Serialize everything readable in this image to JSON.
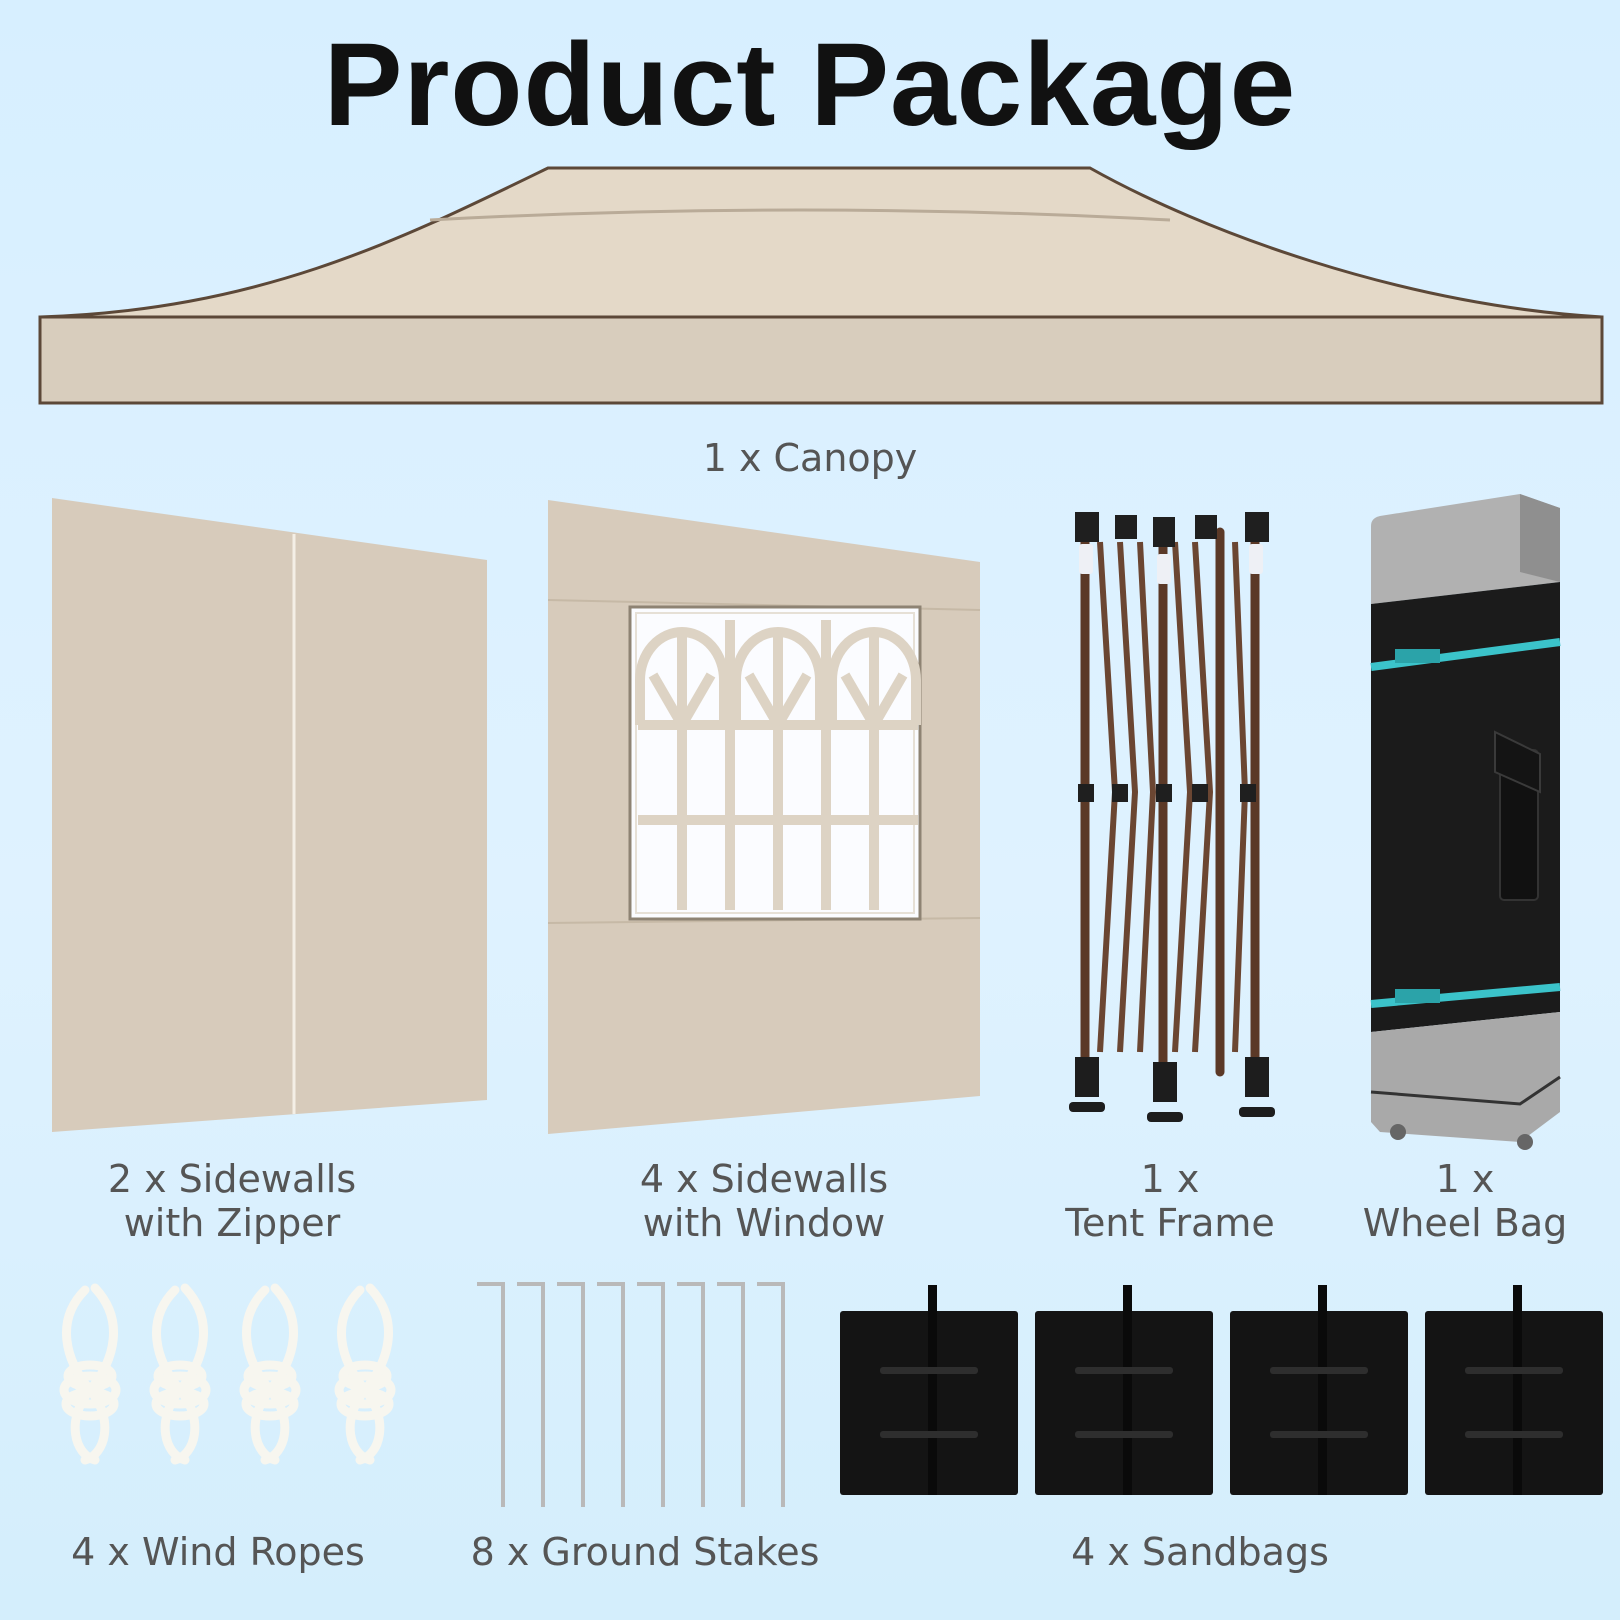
{
  "page": {
    "title": "Product Package",
    "colors": {
      "background": "#dbf0ff",
      "fabric": "#e0d6c6",
      "fabric_edge": "#6f5a48",
      "frame": "#5a3826",
      "bag_black": "#1b1b1b",
      "bag_grey": "#a7a7a7",
      "strap_teal": "#39c2c9",
      "rope_white": "#fbfbf7"
    }
  },
  "items": {
    "canopy": {
      "label": "1 x Canopy",
      "icon": "canopy-icon"
    },
    "sidewalls_zipper": {
      "label_line1": "2 x Sidewalls",
      "label_line2": "with Zipper",
      "icon": "zipper-sidewall-icon"
    },
    "sidewalls_window": {
      "label_line1": "4 x Sidewalls",
      "label_line2": "with Window",
      "icon": "window-sidewall-icon"
    },
    "tent_frame": {
      "label_line1": "1 x",
      "label_line2": "Tent Frame",
      "icon": "tent-frame-icon"
    },
    "wheel_bag": {
      "label_line1": "1 x",
      "label_line2": "Wheel Bag",
      "icon": "wheel-bag-icon"
    },
    "wind_ropes": {
      "label": "4 x Wind Ropes",
      "count": 4,
      "icon": "rope-icon"
    },
    "ground_stakes": {
      "label": "8 x Ground Stakes",
      "count": 8,
      "icon": "stake-icon"
    },
    "sandbags": {
      "label": "4 x Sandbags",
      "count": 4,
      "icon": "sandbag-icon"
    }
  }
}
